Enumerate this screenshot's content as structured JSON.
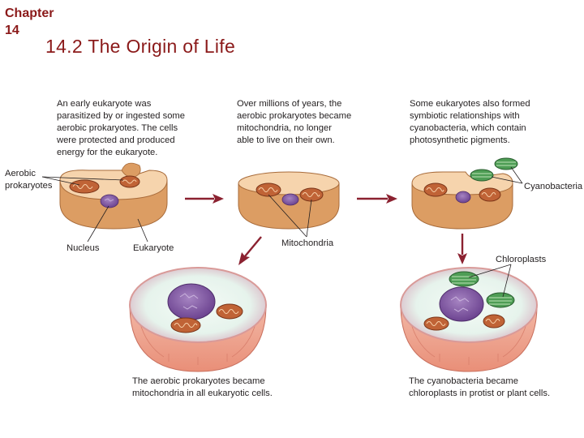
{
  "slide": {
    "chapter": "Chapter 14",
    "title": "14.2 The Origin of Life"
  },
  "figure": {
    "captions": [
      [
        "An early eukaryote was",
        "parasitized by or ingested some",
        "aerobic prokaryotes. The cells",
        "were protected and produced",
        "energy for the eukaryote."
      ],
      [
        "Over millions of years, the",
        "aerobic prokaryotes became",
        "mitochondria, no longer",
        "able to live on their own."
      ],
      [
        "Some eukaryotes also formed",
        "symbiotic relationships with",
        "cyanobacteria, which contain",
        "photosynthetic pigments."
      ],
      [
        "The aerobic prokaryotes became",
        "mitochondria in all eukaryotic cells."
      ],
      [
        "The cyanobacteria became",
        "chloroplasts in protist or plant cells."
      ]
    ],
    "labels": {
      "aerobic": [
        "Aerobic",
        "prokaryotes"
      ],
      "nucleus": "Nucleus",
      "eukaryote": "Eukaryote",
      "mitochondria": "Mitochondria",
      "cyanobacteria": "Cyanobacteria",
      "chloroplasts": "Chloroplasts"
    },
    "colors": {
      "title": "#8b1a1a",
      "cell_body": "#e0a874",
      "cell_top": "#f4d3ad",
      "mitochondria": "#b9592e",
      "nucleus": "#8a5ba8",
      "chloroplast": "#4e9d55",
      "arrow": "#8b2130"
    }
  }
}
